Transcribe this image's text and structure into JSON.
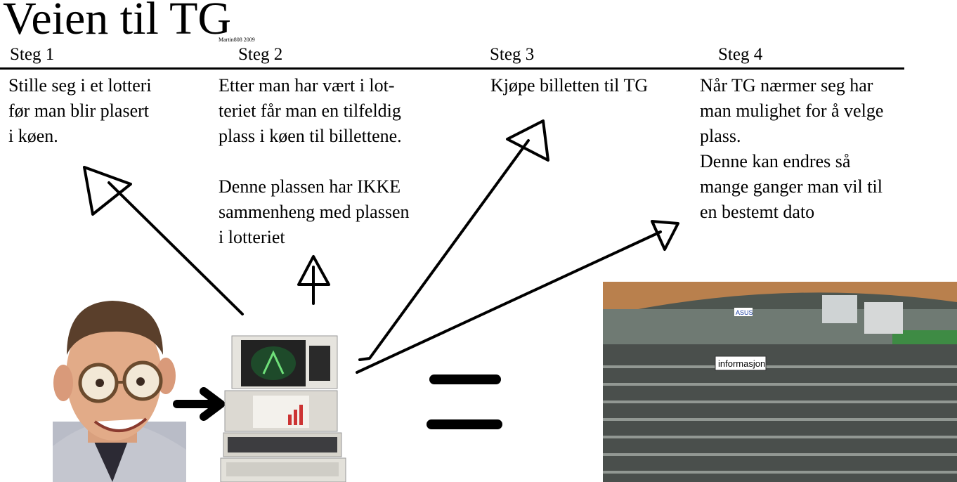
{
  "title": "Veien til TG",
  "credit": "Martin808 2009",
  "steps": [
    {
      "label": "Steg 1",
      "text": "Stille seg i et lotteri\nfør man blir plasert\ni køen."
    },
    {
      "label": "Steg 2",
      "text": "Etter man har vært i lot-\nteriet får man en tilfeldig\nplass i køen til billettene.",
      "note": "Denne plassen har IKKE\nsammenheng med plassen\ni lotteriet"
    },
    {
      "label": "Steg 3",
      "text": "Kjøpe billetten til TG"
    },
    {
      "label": "Steg 4",
      "text": "Når TG nærmer seg har\nman mulighet for å velge\nplass.\nDenne kan endres så\nmange ganger man vil til\nen bestemt dato"
    }
  ],
  "photo_sign": "informasjon",
  "photo_banner": "ASUS",
  "colors": {
    "text": "#000000",
    "background": "#ffffff"
  }
}
